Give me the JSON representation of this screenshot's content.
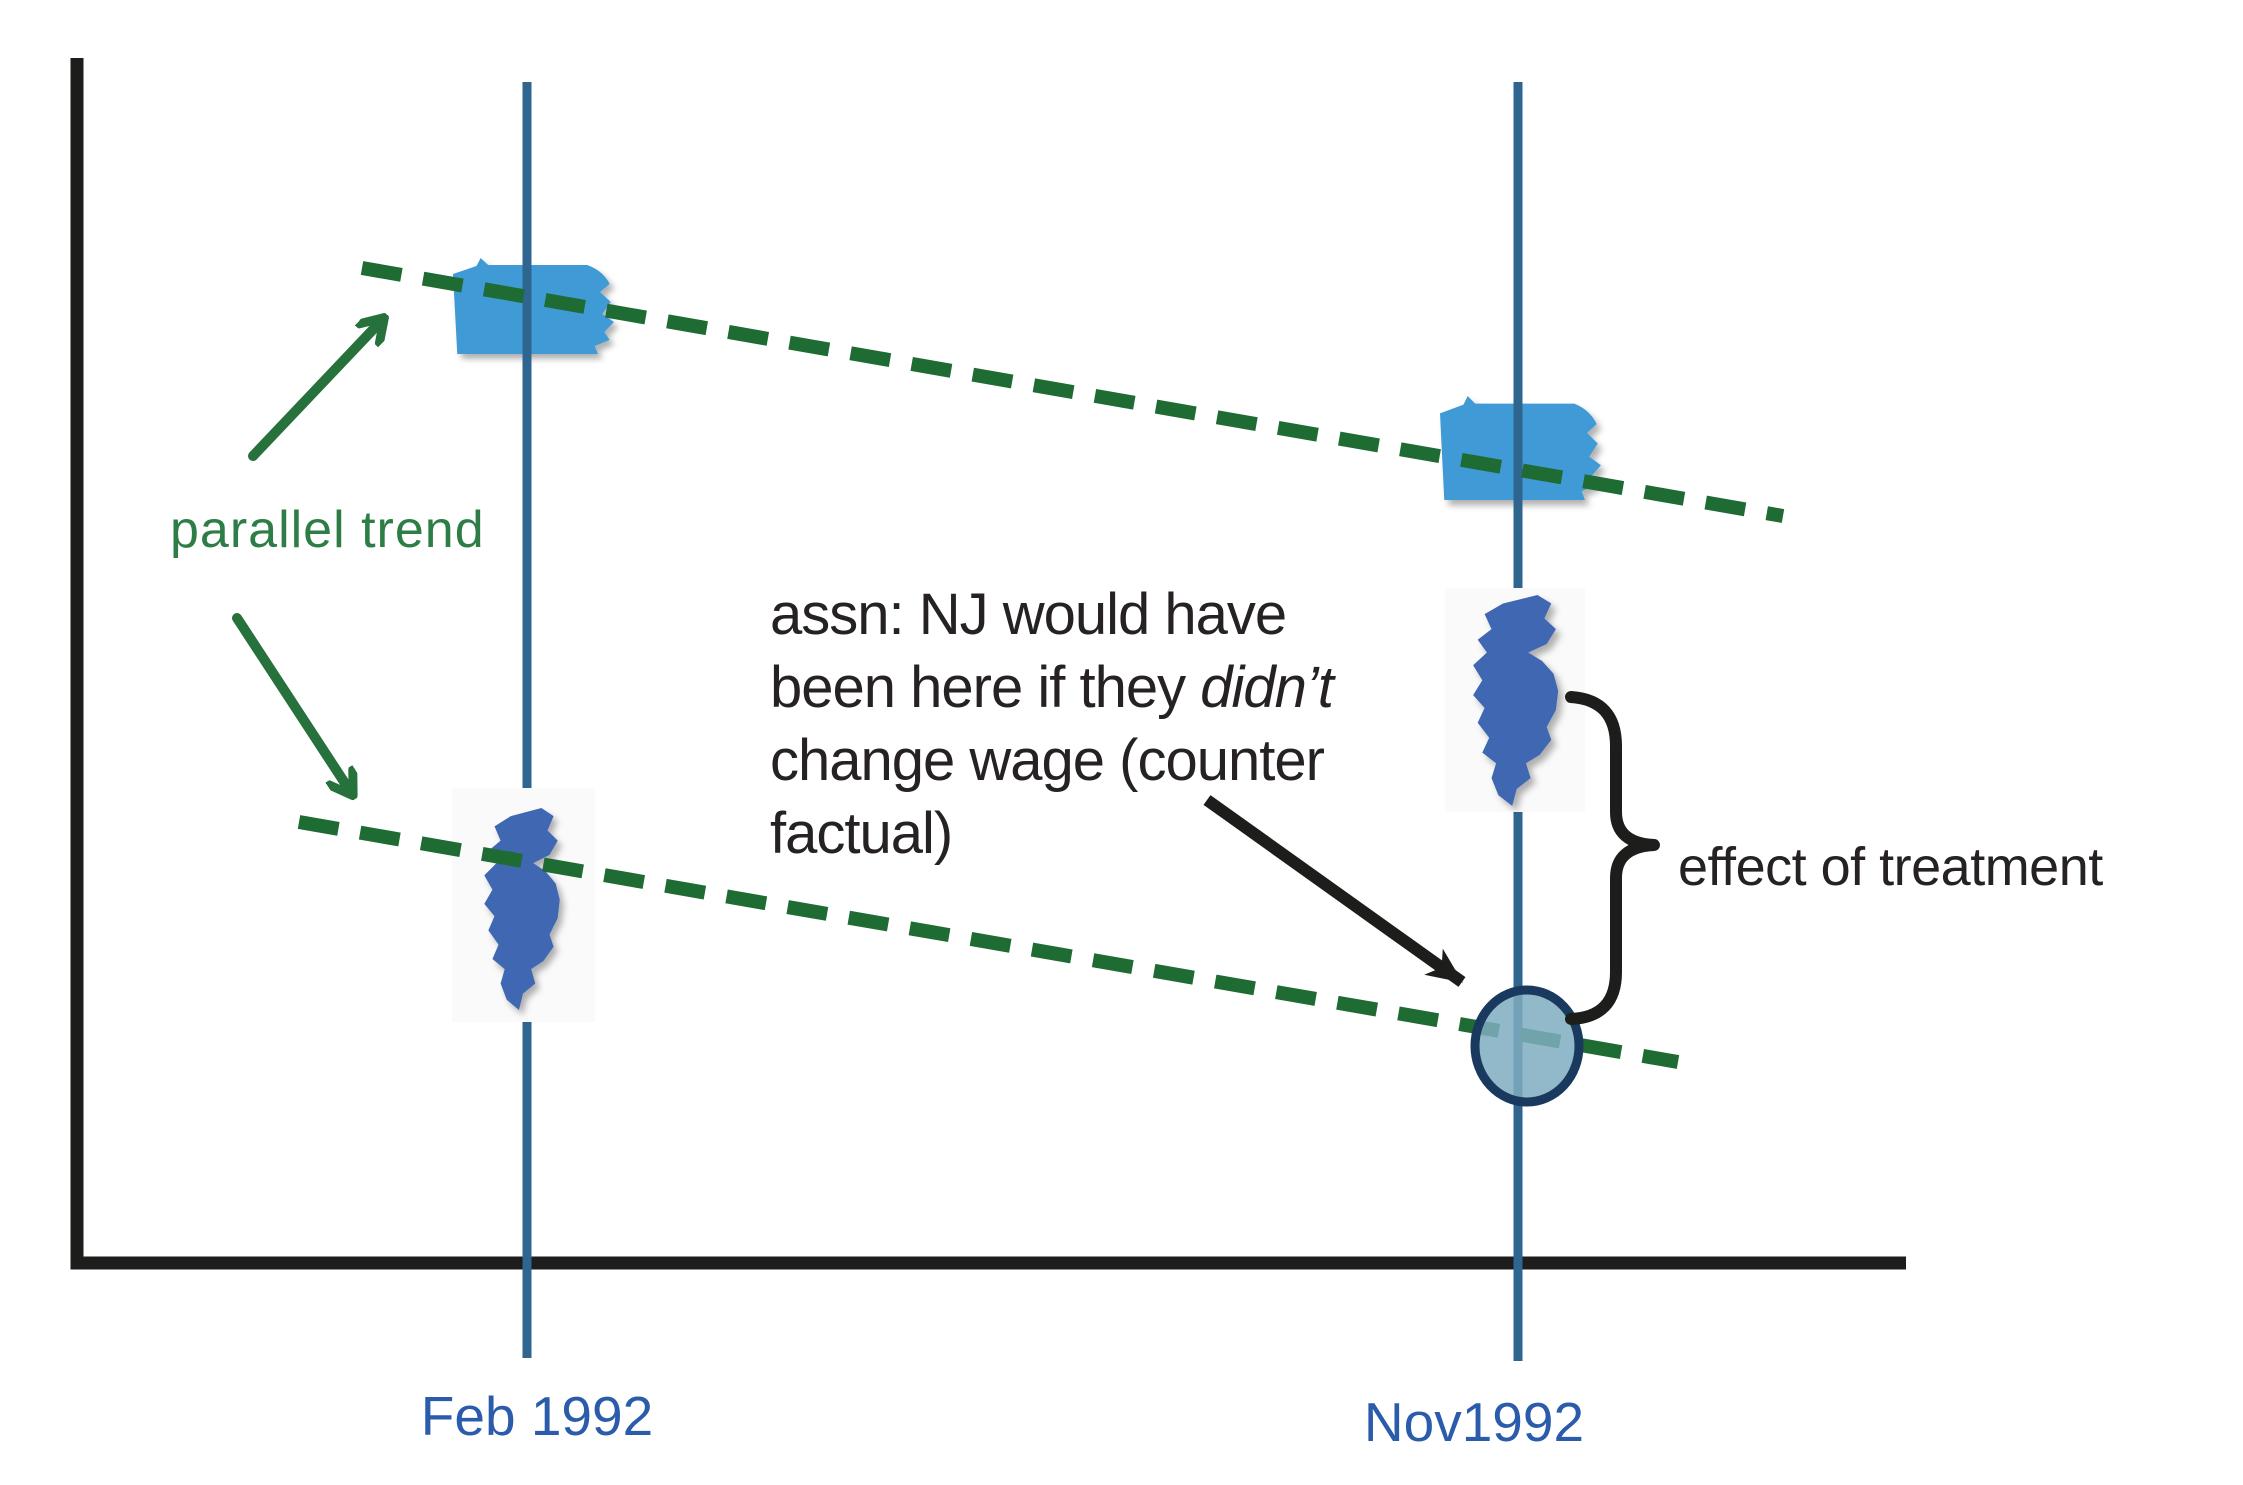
{
  "colors": {
    "background": "#ffffff",
    "axis_black": "#1d1d1b",
    "timeline_blue": "#2e6690",
    "pa_blue": "#3f9ad5",
    "nj_blue": "#4067b2",
    "dash_green": "#1e6b33",
    "arrow_green": "#26713c",
    "trend_text_green": "#2e7d46",
    "label_blue": "#2b5cab",
    "body_text": "#262223",
    "circle_fill": "#7fadc0",
    "circle_stroke": "#19395e",
    "state_backdrop": "#fafafa"
  },
  "timeline": {
    "feb_label": "Feb 1992",
    "nov_label": "Nov1992"
  },
  "annotations": {
    "parallel_trend_label": "parallel trend",
    "counterfactual_line1": "assn: NJ would have",
    "counterfactual_line2_pre": "been here if they ",
    "counterfactual_line2_italic": "didn’t",
    "counterfactual_line3": "change wage (counter",
    "counterfactual_line4": "factual)",
    "effect_label": "effect of treatment"
  },
  "diagram": {
    "type": "difference-in-differences illustration",
    "time_points": [
      "Feb 1992",
      "Nov 1992"
    ],
    "series": [
      {
        "name": "Pennsylvania (control group)",
        "marker": "pennsylvania-map-icon",
        "points": [
          "Feb 1992: high on upper dashed trend line",
          "Nov 1992: slightly lower on same parallel trend"
        ]
      },
      {
        "name": "New Jersey (treated group)",
        "marker": "new-jersey-map-icon",
        "points": [
          "Feb 1992: low on lower dashed trend line",
          "Nov 1992: raised above counterfactual point"
        ]
      },
      {
        "name": "NJ counterfactual",
        "marker": "teal-circle",
        "points": [
          "Nov 1992: on extrapolated lower parallel trend line"
        ]
      }
    ],
    "relationships": [
      "green dashed lines = parallel trends",
      "curly brace between NJ Nov 1992 position and counterfactual circle = effect of treatment",
      "black arrow points from counterfactual note to circle"
    ]
  }
}
